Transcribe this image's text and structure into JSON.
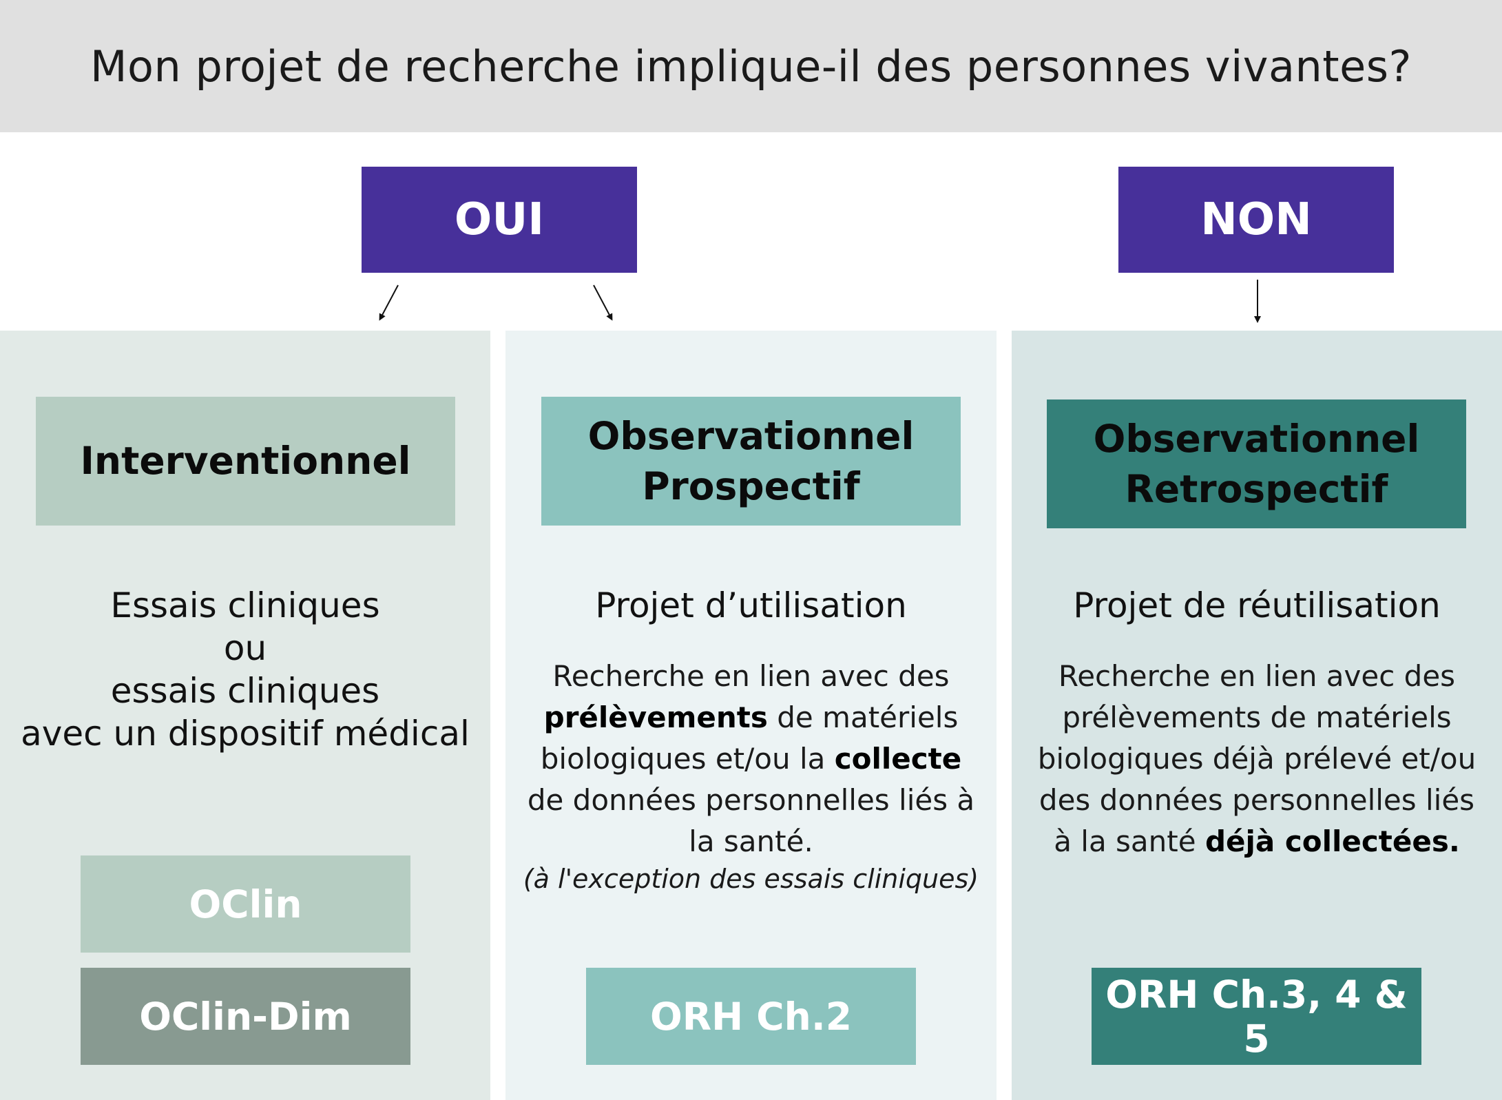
{
  "question": "Mon projet de recherche implique-il des personnes vivantes?",
  "answers": {
    "yes": "OUI",
    "no": "NON"
  },
  "columns": {
    "interventional": {
      "category": "Interventionnel",
      "description": {
        "line1": "Essais cliniques",
        "line2": "ou",
        "line3": "essais cliniques",
        "line4": "avec un dispositif médical"
      },
      "laws": [
        "OClin",
        "OClin-Dim"
      ]
    },
    "prospective": {
      "category": {
        "line1": "Observationnel",
        "line2": "Prospectif"
      },
      "project_title": "Projet d’utilisation",
      "paragraph": {
        "p1": "Recherche en lien avec des",
        "b1": "prélèvements",
        "p2": " de matériels biologiques et/ou la ",
        "b2": "collecte",
        "p3": " de données personnelles liés à la santé."
      },
      "note": "(à l'exception des essais cliniques)",
      "law": "ORH Ch.2"
    },
    "retrospective": {
      "category": {
        "line1": "Observationnel",
        "line2": "Retrospectif"
      },
      "project_title": "Projet de réutilisation",
      "paragraph": {
        "p1": "Recherche en lien avec des prélèvements de matériels biologiques déjà prélevé et/ou des données personnelles liés à la santé ",
        "b1": "déjà collectées."
      },
      "law": "ORH Ch.3, 4 & 5"
    }
  },
  "colors": {
    "header_band": "#e0e0e0",
    "answer_box": "#47309a",
    "interventional_light": "#b6cdc2",
    "interventional_dark": "#889a91",
    "prospective": "#8bc3be",
    "retrospective": "#348079"
  }
}
